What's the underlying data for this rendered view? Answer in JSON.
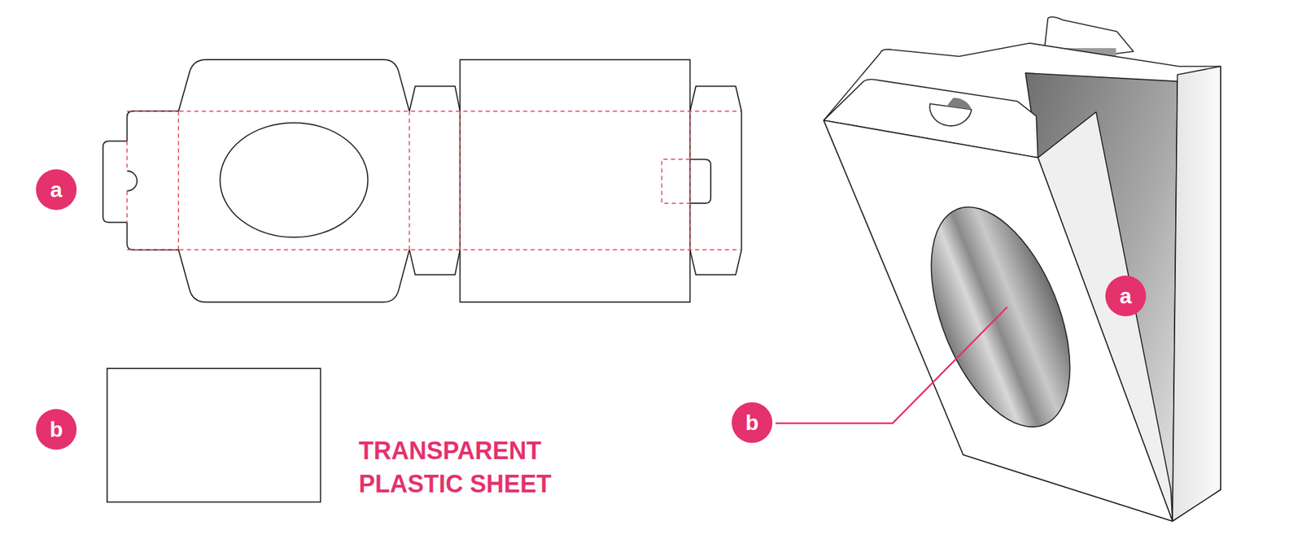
{
  "diagram": {
    "nodes": [
      {
        "text": [
          "a"
        ]
      },
      {
        "text": [
          "b"
        ]
      },
      {
        "text": [
          "a"
        ]
      },
      {
        "text": [
          "b"
        ]
      }
    ],
    "labels": [
      "TRANSPARENT PLASTIC SHEET"
    ]
  }
}
